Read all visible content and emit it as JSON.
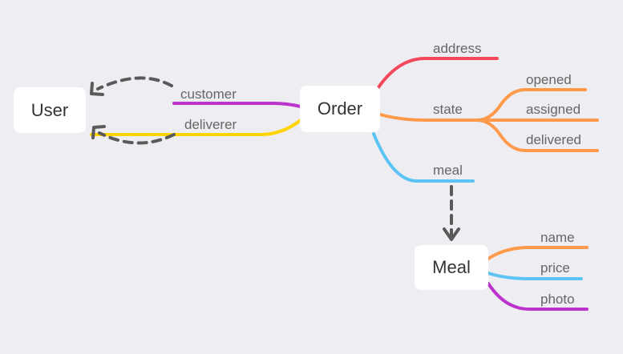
{
  "nodes": {
    "user": "User",
    "order": "Order",
    "meal": "Meal"
  },
  "labels": {
    "customer": "customer",
    "deliverer": "deliverer",
    "address": "address",
    "state": "state",
    "opened": "opened",
    "assigned": "assigned",
    "delivered": "delivered",
    "meal": "meal",
    "name": "name",
    "price": "price",
    "photo": "photo"
  },
  "colors": {
    "background": "#eeedf2",
    "purple": "#bb33cc",
    "yellow": "#ffd400",
    "red": "#f4475b",
    "orange": "#ff9a4a",
    "blue": "#5bc4f5",
    "dashed_arrow": "#5a5a5a"
  }
}
